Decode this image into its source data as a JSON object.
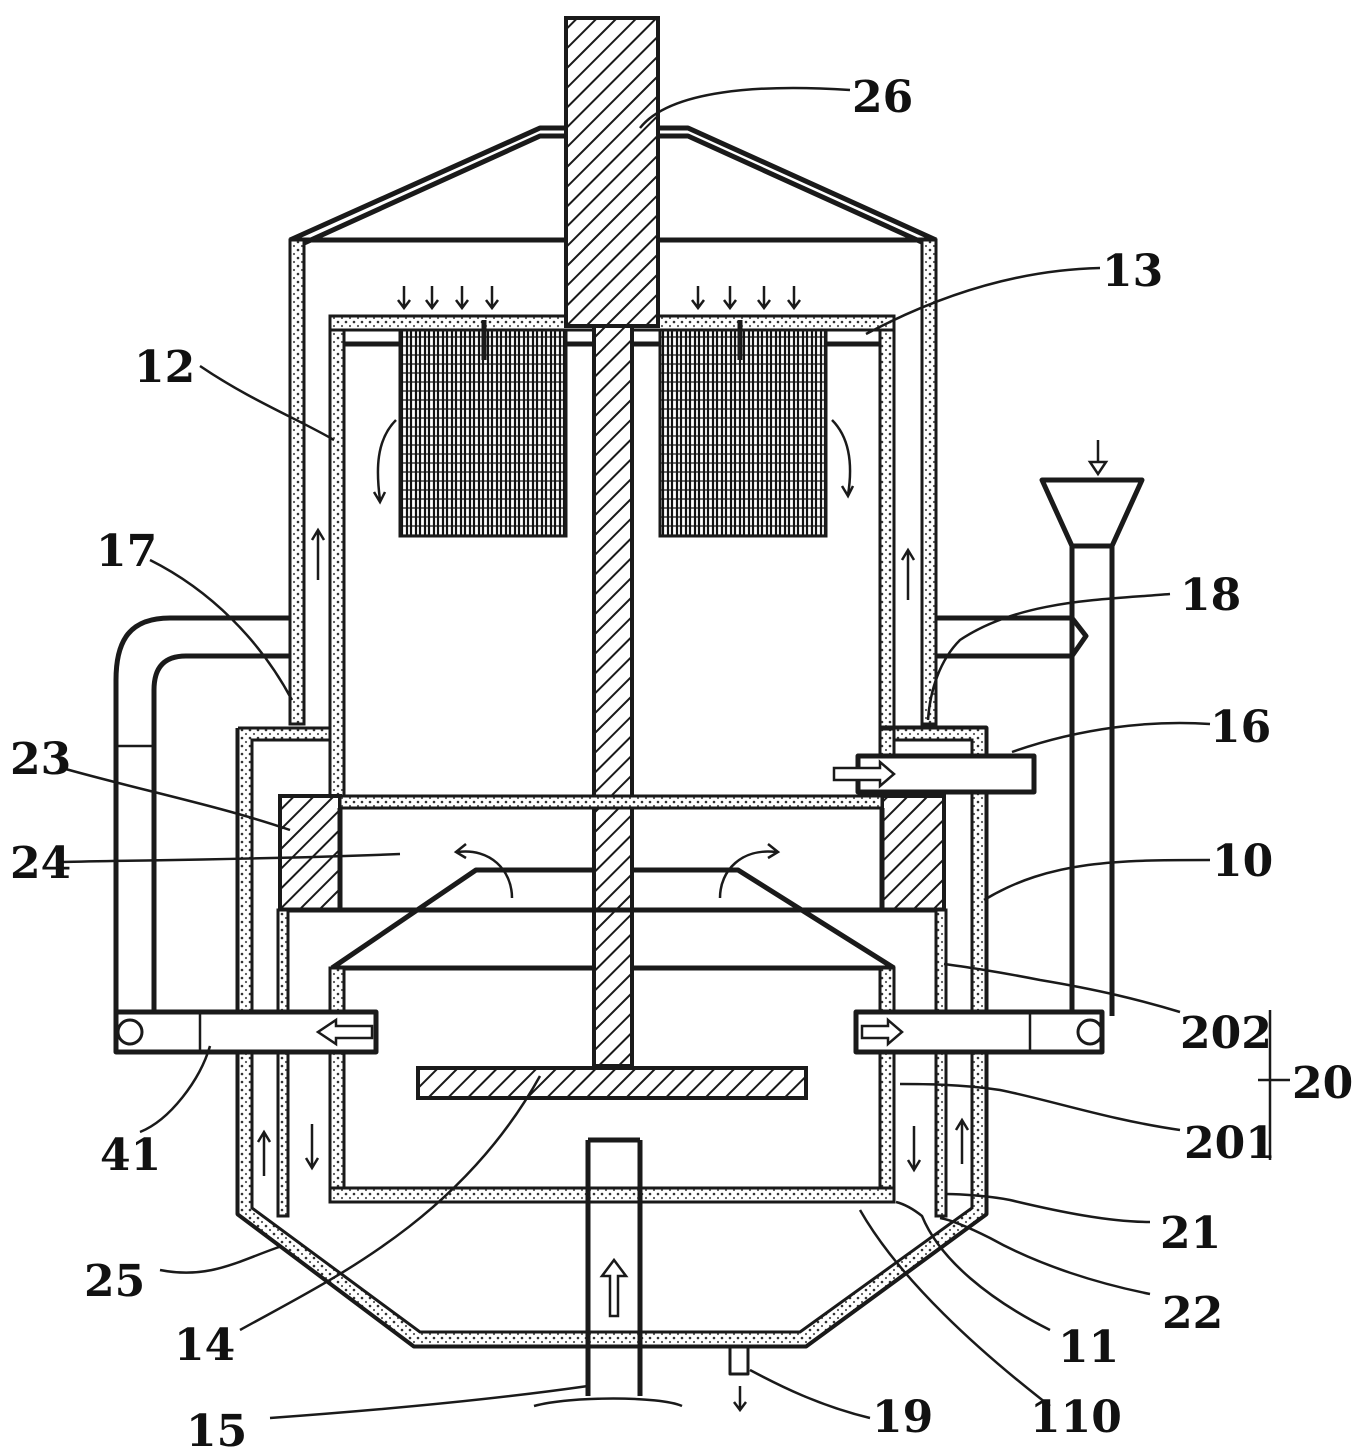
{
  "labels": {
    "l26": "26",
    "l13": "13",
    "l12": "12",
    "l17": "17",
    "l18": "18",
    "l23": "23",
    "l16": "16",
    "l24": "24",
    "l10": "10",
    "l202": "202",
    "l20": "20",
    "l41": "41",
    "l201": "201",
    "l21": "21",
    "l25": "25",
    "l22": "22",
    "l14": "14",
    "l11": "11",
    "l15": "15",
    "l19": "19",
    "l110": "110"
  }
}
